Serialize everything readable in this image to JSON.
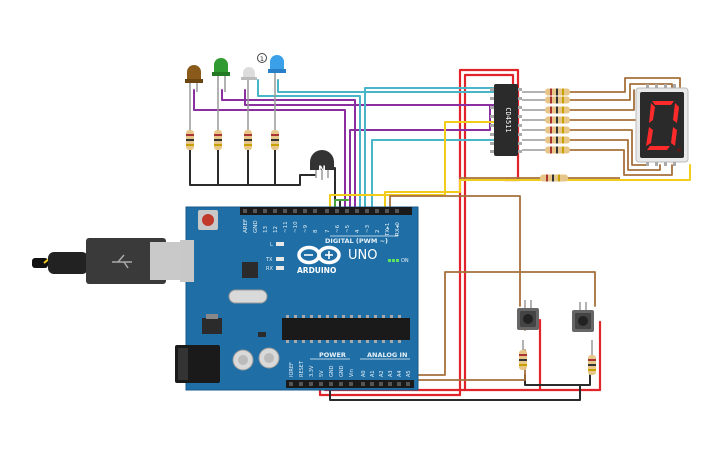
{
  "board": {
    "brand": "ARDUINO",
    "model": "UNO",
    "digital_header": "DIGITAL (PWM ~)",
    "power_header": "POWER",
    "analog_header": "ANALOG IN",
    "on_led": "ON",
    "tx_led": "TX",
    "rx_led": "RX",
    "l_led": "L",
    "digital_pins": [
      "AREF",
      "GND",
      "13",
      "12",
      "~11",
      "~10",
      "~9",
      "8",
      "7",
      "~6",
      "~5",
      "4",
      "~3",
      "2",
      "TX▸1",
      "RX◂0"
    ],
    "power_pins": [
      "IOREF",
      "RESET",
      "3.3V",
      "5V",
      "GND",
      "GND",
      "Vin"
    ],
    "analog_pins": [
      "A0",
      "A1",
      "A2",
      "A3",
      "A4",
      "A5"
    ]
  },
  "ic": {
    "label": "CD4511"
  },
  "transistor": {
    "label": "N"
  },
  "display": {
    "digit": "0"
  },
  "led_counter": {
    "label": "1"
  },
  "colors": {
    "board": "#1f6fa6",
    "wire_red": "#e0242a",
    "wire_black": "#2b2b2b",
    "wire_purple": "#8b2fa0",
    "wire_cyan": "#49b5c9",
    "wire_yellow": "#f2cc1a",
    "wire_brown": "#a5703b",
    "wire_green": "#4aa23c",
    "segment_on": "#ff2a2a",
    "segment_bg": "#2a2a2a"
  }
}
